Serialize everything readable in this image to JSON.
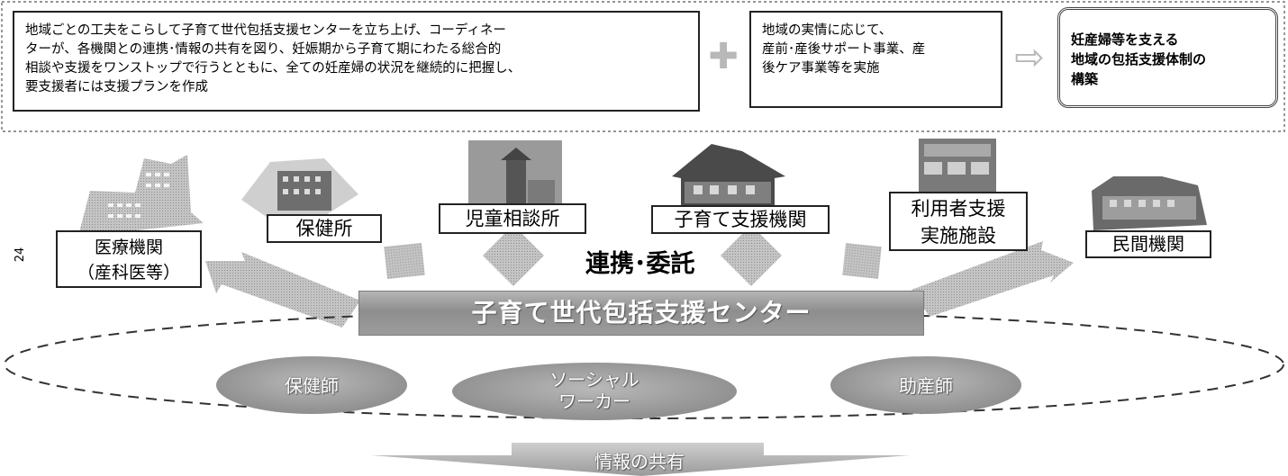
{
  "top_boxes": {
    "left": {
      "line1": "地域ごとの工夫をこらして子育て世代包括支援センターを立ち上げ、コーディネー",
      "line2": "ターが、各機関との連携･情報の共有を図り、妊娠期から子育て期にわたる総合的",
      "line3": "相談や支援をワンストップで行うとともに、全ての妊産婦の状況を継続的に把握し、",
      "line4": "要支援者には支援プランを作成"
    },
    "middle": {
      "line1": "地域の実情に応じて、",
      "line2": "産前･産後サポート事業、産",
      "line3": "後ケア事業等を実施"
    },
    "right": {
      "line1": "妊産婦等を支える",
      "line2": "地域の包括支援体制の",
      "line3": "構築"
    },
    "plus_glyph": "✚",
    "arrow_glyph": "⇨"
  },
  "institutions": {
    "iryo_line1": "医療機関",
    "iryo_line2": "（産科医等）",
    "hokenjo": "保健所",
    "jido": "児童相談所",
    "kosodate": "子育て支援機関",
    "riyosha_line1": "利用者支援",
    "riyosha_line2": "実施施設",
    "minkan": "民間機関"
  },
  "page_number": "24",
  "renkei_label": "連携･委託",
  "center_label": "子育て世代包括支援センター",
  "roles": {
    "hokenshi": "保健師",
    "social_line1": "ソーシャル",
    "social_line2": "ワーカー",
    "josanshi": "助産師"
  },
  "share_label": "情報の共有",
  "colors": {
    "gray_fill": "#9a9a9a",
    "light_gray": "#c8c8c8",
    "outline": "#222222"
  }
}
